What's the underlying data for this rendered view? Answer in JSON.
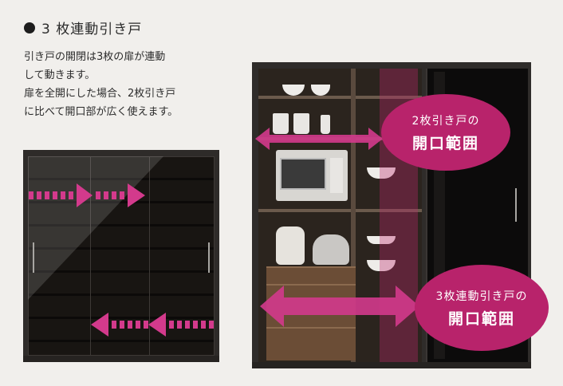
{
  "heading": {
    "title": "3 枚連動引き戸"
  },
  "description": {
    "lines": [
      "引き戸の開閉は3枚の扉が連動",
      "して動きます。",
      "扉を全開にした場合、2枚引き戸",
      "に比べて開口部が広く使えます。"
    ]
  },
  "callouts": {
    "two_door": {
      "line1": "2枚引き戸の",
      "line2": "開口範囲"
    },
    "three_door": {
      "line1": "3枚連動引き戸の",
      "line2": "開口範囲"
    }
  },
  "colors": {
    "accent": "#b8236b",
    "arrow_fill": "#d33a8c",
    "background": "#f1efec"
  }
}
